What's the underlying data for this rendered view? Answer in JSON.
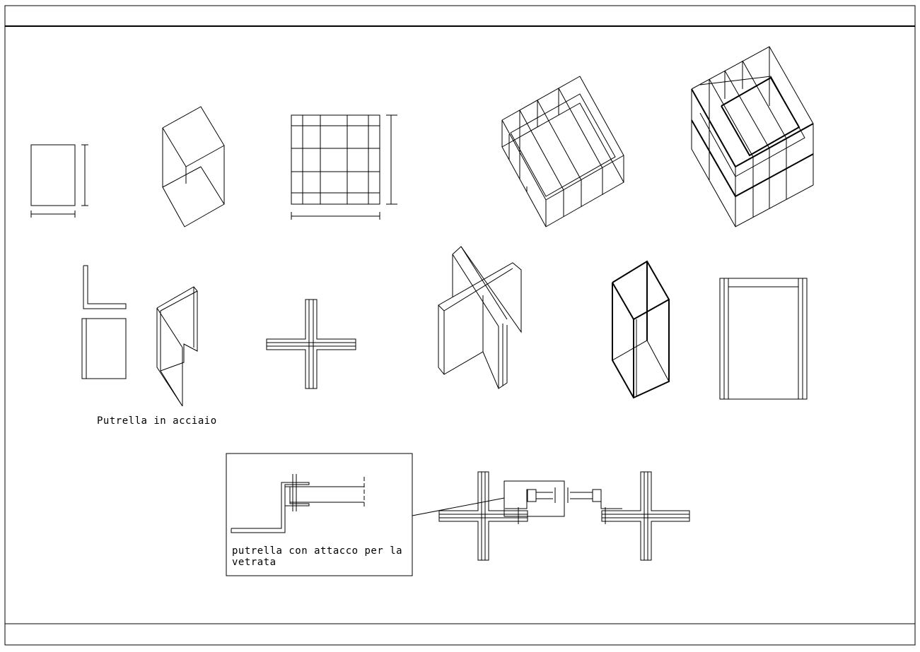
{
  "drawing": {
    "labels": {
      "steel_beam": "Putrella in acciaio",
      "detail_line1": "putrella con attacco per la",
      "detail_line2": "vetrata"
    },
    "stroke_color": "#000000",
    "background_color": "#ffffff"
  }
}
